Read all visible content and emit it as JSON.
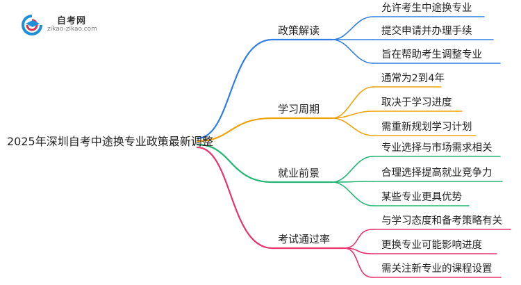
{
  "logo": {
    "title": "自考网",
    "subtitle": "zikao-zikao.com",
    "icon": "graduation-cap-icon",
    "colors": {
      "blue": "#1e90d8",
      "red": "#d6334b"
    }
  },
  "root": {
    "label": "2025年深圳自考中途换专业政策最新调整"
  },
  "branches": [
    {
      "label": "政策解读",
      "color": "#2f7ee6",
      "leaves": [
        "允许考生中途换专业",
        "提交申请并办理手续",
        "旨在帮助考生调整专业"
      ]
    },
    {
      "label": "学习周期",
      "color": "#f0a30a",
      "leaves": [
        "通常为2到4年",
        "取决于学习进度",
        "需重新规划学习计划"
      ]
    },
    {
      "label": "就业前景",
      "color": "#22b573",
      "leaves": [
        "专业选择与市场需求相关",
        "合理选择提高就业竞争力",
        "某些专业更具优势"
      ]
    },
    {
      "label": "考试通过率",
      "color": "#e8336d",
      "leaves": [
        "与学习态度和备考策略有关",
        "更换专业可能影响进度",
        "需关注新专业的课程设置"
      ]
    }
  ]
}
